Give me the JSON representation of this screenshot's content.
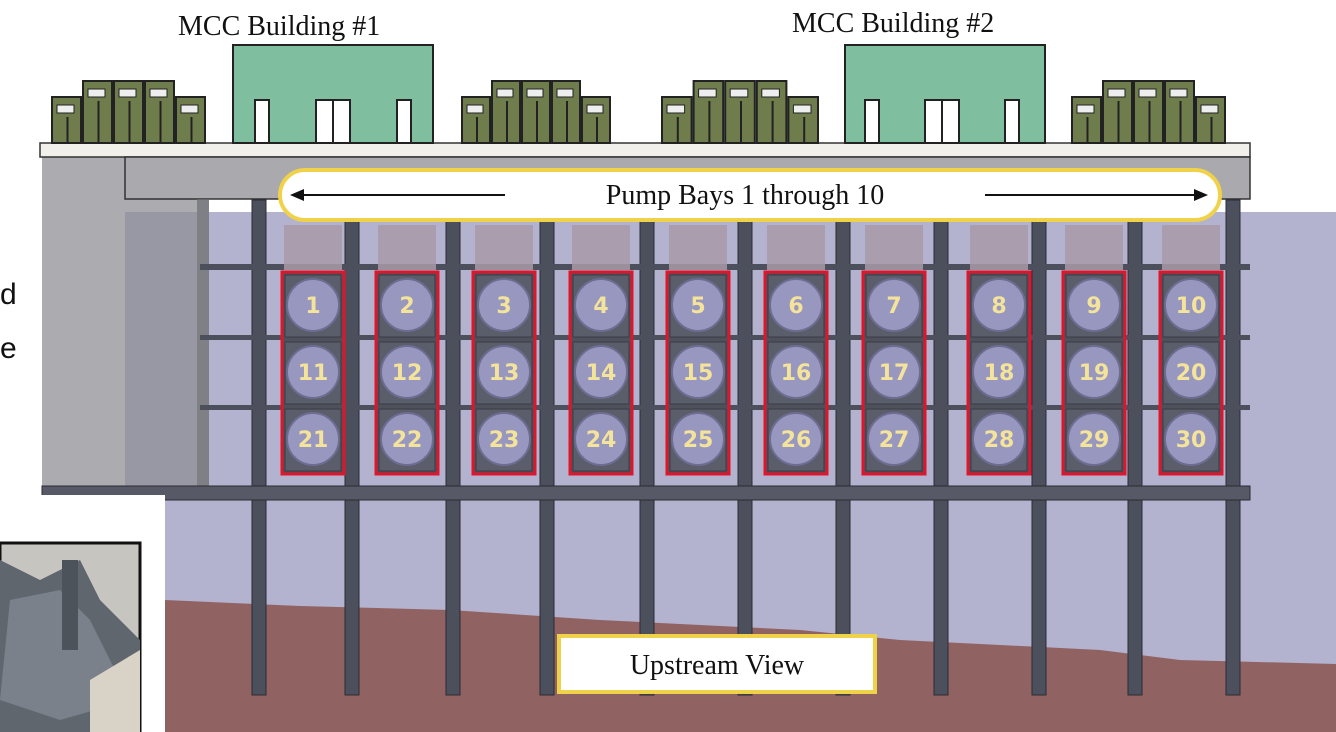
{
  "buildings": [
    {
      "label": "MCC Building #1"
    },
    {
      "label": "MCC Building #2"
    }
  ],
  "pump_bays_label": "Pump Bays 1 through 10",
  "view_label": "Upstream View",
  "side_text": [
    "d",
    "e"
  ],
  "pumps": [
    [
      "1",
      "11",
      "21"
    ],
    [
      "2",
      "12",
      "22"
    ],
    [
      "3",
      "13",
      "23"
    ],
    [
      "4",
      "14",
      "24"
    ],
    [
      "5",
      "15",
      "25"
    ],
    [
      "6",
      "16",
      "26"
    ],
    [
      "7",
      "17",
      "27"
    ],
    [
      "8",
      "18",
      "28"
    ],
    [
      "9",
      "19",
      "29"
    ],
    [
      "10",
      "20",
      "30"
    ]
  ],
  "colors": {
    "water": "#b3b2cf",
    "riverbed": "#916262",
    "building": "#7fbf9f",
    "cabinet": "#6f7d4c",
    "frame": "#4c4f5c",
    "bay_outline": "#e0142a",
    "callout_outline": "#f0d24a",
    "pump_number": "#f4e39a"
  }
}
